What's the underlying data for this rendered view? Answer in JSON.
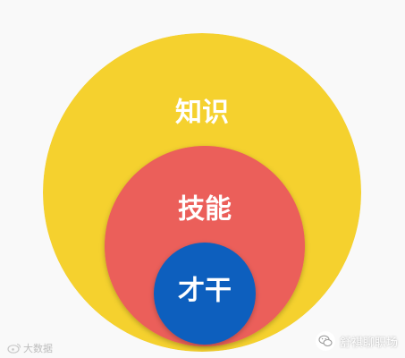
{
  "diagram": {
    "colors": {
      "background": "#f9f9f9",
      "outer": "#f5d12d",
      "middle": "#eb5f5a",
      "inner": "#0e5fbe",
      "label": "#ffffff"
    },
    "circles": [
      {
        "id": "knowledge",
        "label": "知识"
      },
      {
        "id": "skill",
        "label": "技能"
      },
      {
        "id": "talent",
        "label": "才干"
      }
    ]
  },
  "watermarks": {
    "left": "大数据",
    "left_icon": "weibo-icon",
    "right": "舒祺聊职场",
    "right_icon": "wechat-icon"
  }
}
